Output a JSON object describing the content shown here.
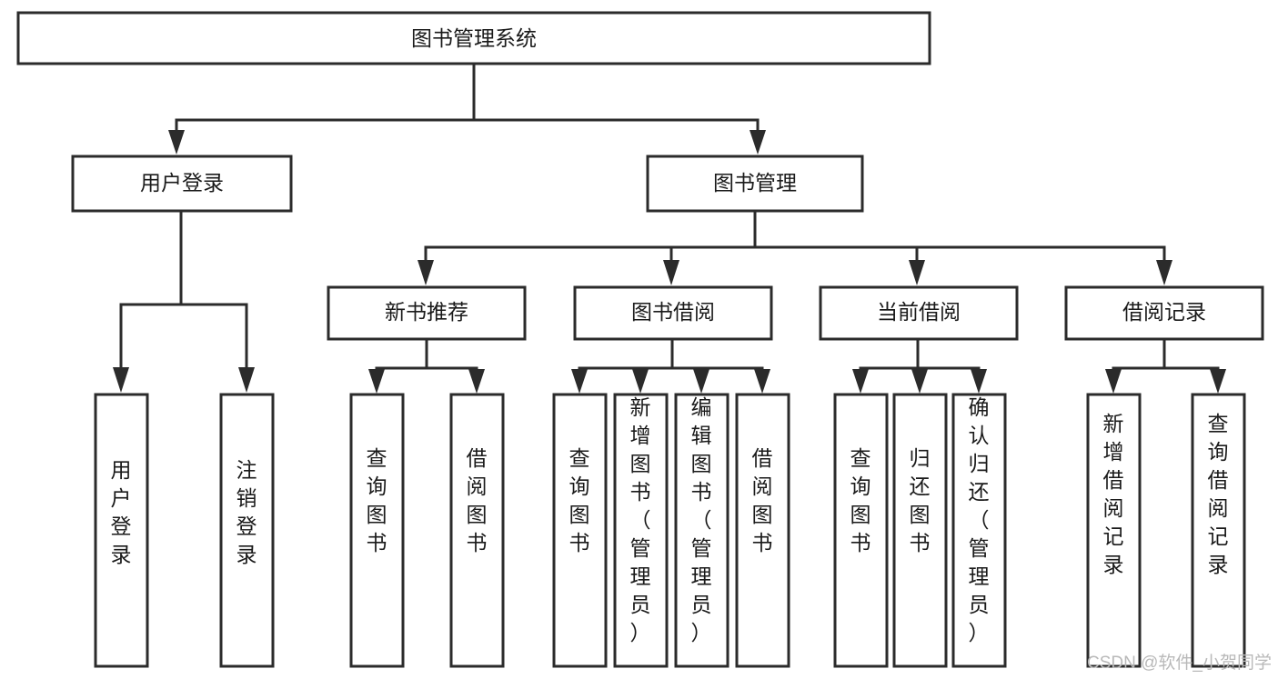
{
  "diagram": {
    "title": "图书管理系统",
    "type": "tree-hierarchy-diagram",
    "orientation": "top-down",
    "colors": {
      "background": "#ffffff",
      "box_fill": "#ffffff",
      "box_stroke": "#2b2b2b",
      "text": "#1a1a1a",
      "watermark": "#b9b9b9"
    },
    "root": {
      "label": "图书管理系统"
    },
    "level2": [
      {
        "label": "用户登录"
      },
      {
        "label": "图书管理"
      }
    ],
    "level3": [
      {
        "label": "新书推荐"
      },
      {
        "label": "图书借阅"
      },
      {
        "label": "当前借阅"
      },
      {
        "label": "借阅记录"
      }
    ],
    "leaves": {
      "user_login": [
        {
          "label": "用户登录"
        },
        {
          "label": "注销登录"
        }
      ],
      "new_book_recommend": [
        {
          "label": "查询图书"
        },
        {
          "label": "借阅图书"
        }
      ],
      "book_borrow": [
        {
          "label": "查询图书"
        },
        {
          "label": "新增图书（管理员）"
        },
        {
          "label": "编辑图书（管理员）"
        },
        {
          "label": "借阅图书"
        }
      ],
      "current_borrow": [
        {
          "label": "查询图书"
        },
        {
          "label": "归还图书"
        },
        {
          "label": "确认归还（管理员）"
        }
      ],
      "borrow_record": [
        {
          "label": "新增借阅记录"
        },
        {
          "label": "查询借阅记录"
        }
      ]
    }
  },
  "watermark": {
    "text": "CSDN @软件_小贺同学"
  }
}
